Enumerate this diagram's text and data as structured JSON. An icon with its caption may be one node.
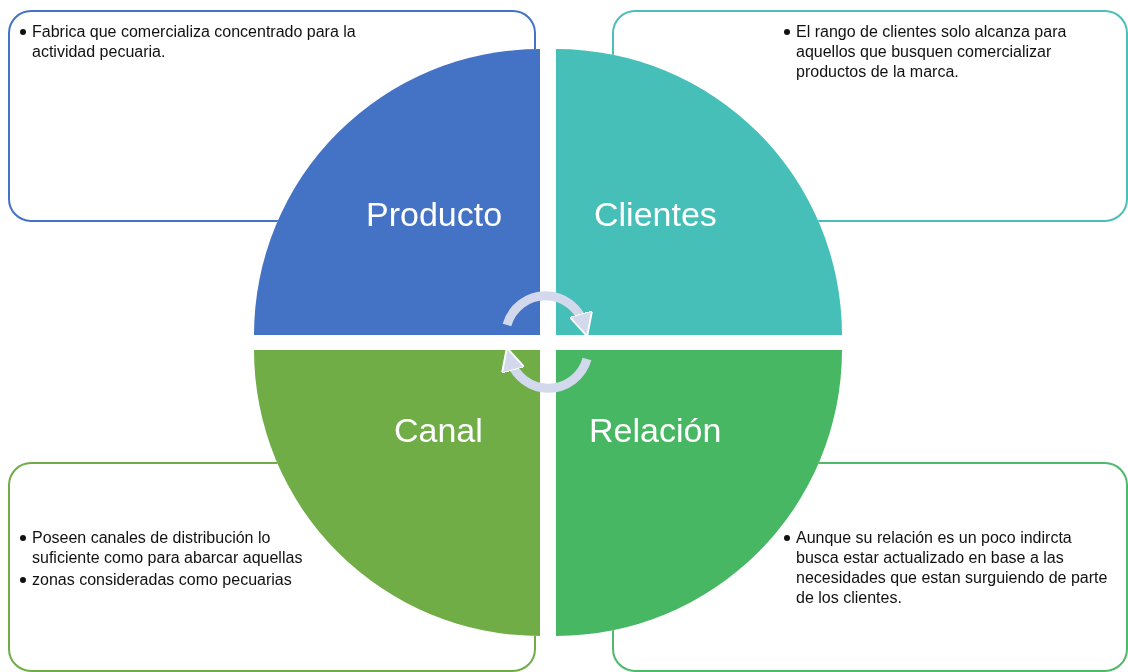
{
  "diagram": {
    "nodes": [
      {
        "text": [
          "Fabrica que comercializa concentrado para la actividad pecuaria."
        ]
      },
      {
        "text": [
          "El rango de clientes solo alcanza para aquellos que busquen comercializar productos de la marca."
        ]
      },
      {
        "text": [
          "Poseen canales de distribución lo suficiente como para abarcar aquellas",
          "zonas consideradas como pecuarias"
        ]
      },
      {
        "text": [
          "Aunque su relación es un poco indircta busca estar actualizado en base a las necesidades que estan surguiendo de parte de los clientes."
        ]
      },
      {
        "text": [
          "Producto"
        ]
      },
      {
        "text": [
          "Clientes"
        ]
      },
      {
        "text": [
          "Canal"
        ]
      },
      {
        "text": [
          "Relación"
        ]
      }
    ],
    "edges": [
      {
        "from": 4,
        "to": 5,
        "arrow": "to"
      },
      {
        "from": 7,
        "to": 6,
        "arrow": "to"
      }
    ]
  }
}
